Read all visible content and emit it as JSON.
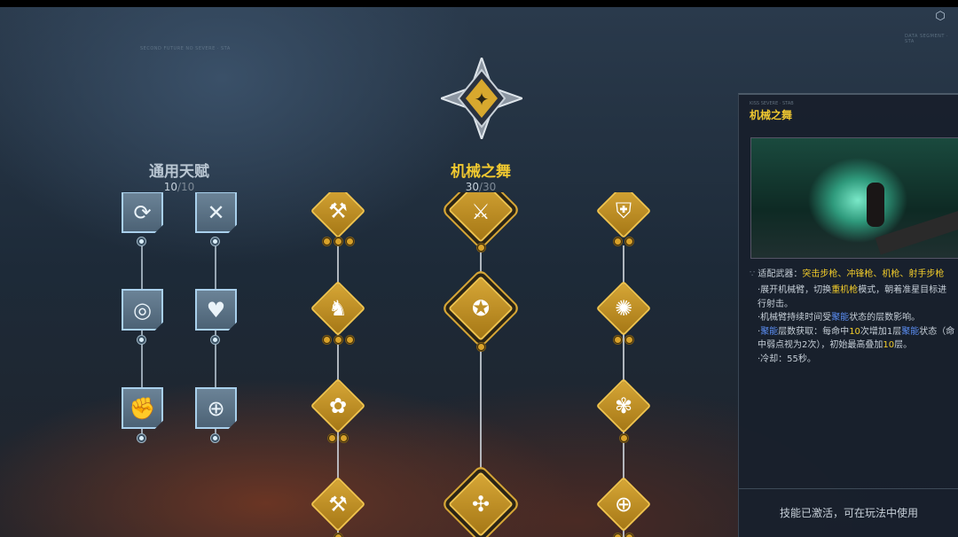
{
  "trees": {
    "general": {
      "title": "通用天赋",
      "count": "10",
      "max": "/10"
    },
    "mech": {
      "title": "机械之舞",
      "count": "30",
      "max": "/30"
    }
  },
  "colors": {
    "gold": "#f0c830",
    "accent_blue": "#5a8cf0"
  },
  "panel": {
    "title": "机械之舞",
    "weapons_label": "适配武器：",
    "weapons": "突击步枪、冲锋枪、机枪、射手步枪",
    "d1a": "·展开机械臂，切换",
    "d1b": "重机枪",
    "d1c": "模式，朝着准星目标进行射击。",
    "d2a": "·机械臂持续时间受",
    "d2b": "聚能",
    "d2c": "状态的层数影响。",
    "d3a": "·",
    "d3b": "聚能",
    "d3c": "层数获取：每命中",
    "d3d": "10",
    "d3e": "次增加1层",
    "d3f": "聚能",
    "d3g": "状态（命中弱点视为2次），初始最高叠加",
    "d3h": "10",
    "d3i": "层。",
    "d4": "·冷却：55秒。",
    "footer": "技能已激活，可在玩法中使用"
  }
}
